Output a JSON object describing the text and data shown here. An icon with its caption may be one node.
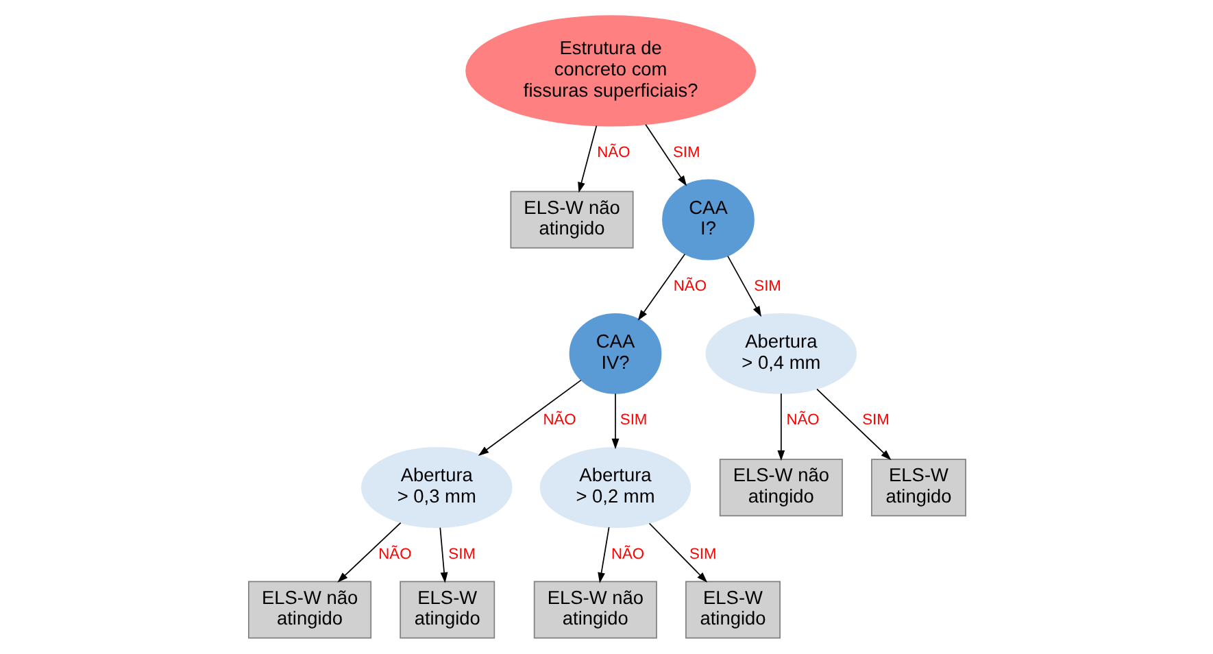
{
  "diagram": {
    "nodes": [
      {
        "text": [
          "Estrutura de concreto com fissuras superficiais?"
        ]
      },
      {
        "text": [
          "ELS-W não atingido"
        ]
      },
      {
        "text": [
          "CAA I?"
        ]
      },
      {
        "text": [
          "CAA IV?"
        ]
      },
      {
        "text": [
          "Abertura > 0,4 mm"
        ]
      },
      {
        "text": [
          "Abertura > 0,3 mm"
        ]
      },
      {
        "text": [
          "Abertura > 0,2 mm"
        ]
      },
      {
        "text": [
          "ELS-W não atingido"
        ]
      },
      {
        "text": [
          "ELS-W atingido"
        ]
      },
      {
        "text": [
          "ELS-W não atingido"
        ]
      },
      {
        "text": [
          "ELS-W atingido"
        ]
      },
      {
        "text": [
          "ELS-W não atingido"
        ]
      },
      {
        "text": [
          "ELS-W atingido"
        ]
      }
    ],
    "edges": [
      {
        "from": 0,
        "to": 1,
        "arrow": "to",
        "label": "NÃO"
      },
      {
        "from": 0,
        "to": 2,
        "arrow": "to",
        "label": "SIM"
      },
      {
        "from": 2,
        "to": 3,
        "arrow": "to",
        "label": "NÃO"
      },
      {
        "from": 2,
        "to": 4,
        "arrow": "to",
        "label": "SIM"
      },
      {
        "from": 3,
        "to": 5,
        "arrow": "to",
        "label": "NÃO"
      },
      {
        "from": 3,
        "to": 6,
        "arrow": "to",
        "label": "SIM"
      },
      {
        "from": 5,
        "to": 7,
        "arrow": "to",
        "label": "NÃO"
      },
      {
        "from": 5,
        "to": 8,
        "arrow": "to",
        "label": "SIM"
      },
      {
        "from": 6,
        "to": 9,
        "arrow": "to",
        "label": "NÃO"
      },
      {
        "from": 6,
        "to": 10,
        "arrow": "to",
        "label": "SIM"
      },
      {
        "from": 4,
        "to": 11,
        "arrow": "to",
        "label": "NÃO"
      },
      {
        "from": 4,
        "to": 12,
        "arrow": "to",
        "label": "SIM"
      }
    ]
  }
}
